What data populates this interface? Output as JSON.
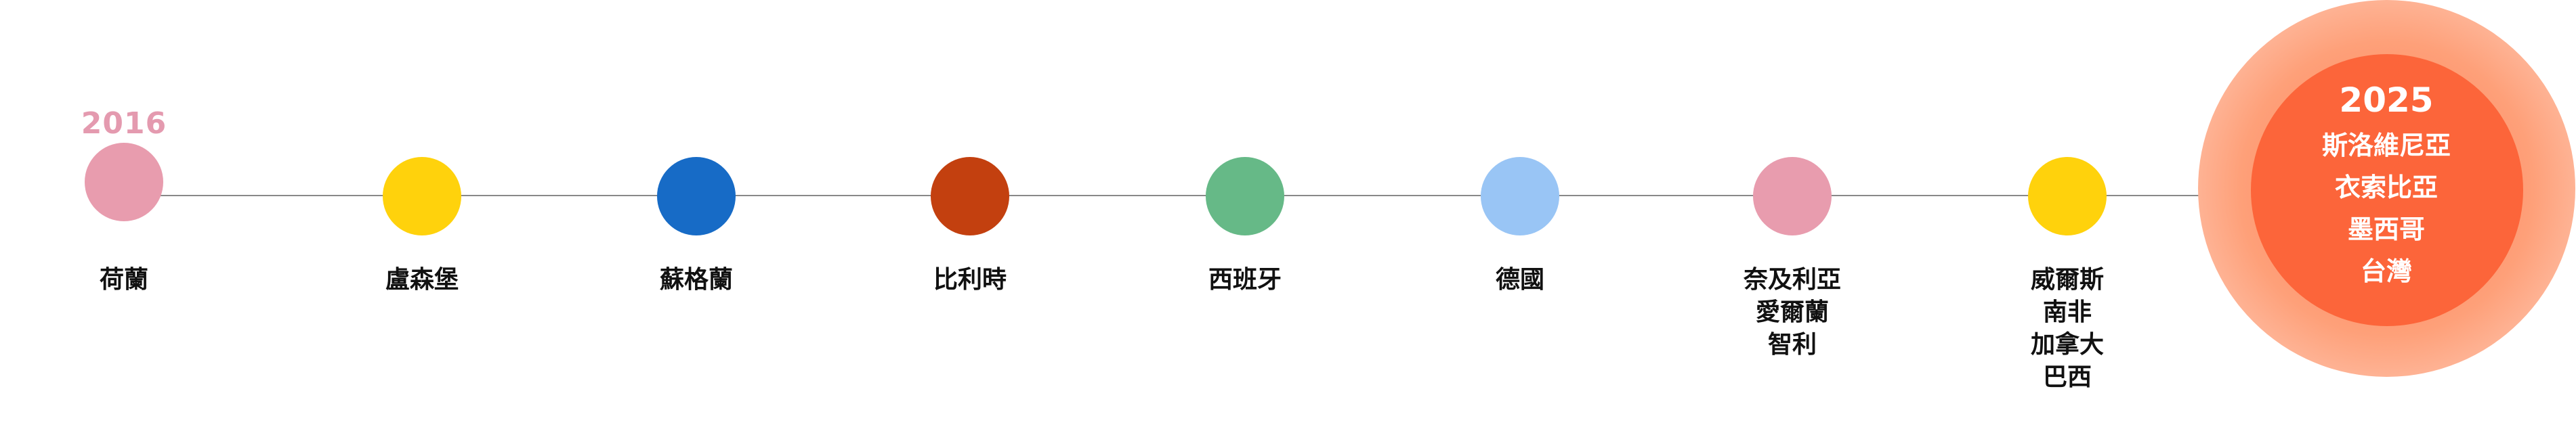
{
  "timeline": {
    "start_year": "2016",
    "end_year": "2025",
    "line_color": "#888888",
    "nodes": [
      {
        "labels": [
          "荷蘭"
        ],
        "color": "#E89CAE"
      },
      {
        "labels": [
          "盧森堡"
        ],
        "color": "#FFD20C"
      },
      {
        "labels": [
          "蘇格蘭"
        ],
        "color": "#176BC6"
      },
      {
        "labels": [
          "比利時"
        ],
        "color": "#C3400F"
      },
      {
        "labels": [
          "西班牙"
        ],
        "color": "#66B987"
      },
      {
        "labels": [
          "德國"
        ],
        "color": "#99C5F5"
      },
      {
        "labels": [
          "奈及利亞",
          "愛爾蘭",
          "智利"
        ],
        "color": "#E89CAE"
      },
      {
        "labels": [
          "威爾斯",
          "南非",
          "加拿大",
          "巴西"
        ],
        "color": "#FFD20C"
      }
    ],
    "final": {
      "labels": [
        "斯洛維尼亞",
        "衣索比亞",
        "墨西哥",
        "台灣"
      ],
      "outer_color": "#FEA079",
      "inner_color": "#FC653A"
    }
  }
}
